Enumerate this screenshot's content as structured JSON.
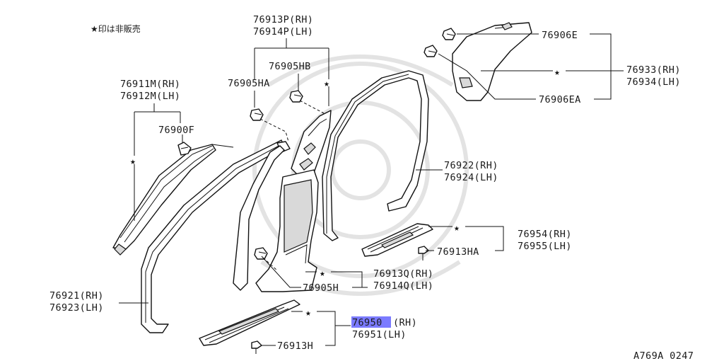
{
  "note": "★印は非販売",
  "figure_code": "A769A 0247",
  "highlight_color": "#7b7bff",
  "labels": {
    "p76913P": "76913P(RH)",
    "p76914P": "76914P(LH)",
    "p76905HB": "76905HB",
    "p76905HA": "76905HA",
    "p76911M": "76911M(RH)",
    "p76912M": "76912M(LH)",
    "p76900F": "76900F",
    "p76906E": "76906E",
    "p76933": "76933(RH)",
    "p76934": "76934(LH)",
    "p76906EA": "76906EA",
    "p76922": "76922(RH)",
    "p76924": "76924(LH)",
    "p76954": "76954(RH)",
    "p76955": "76955(LH)",
    "p76913HA": "76913HA",
    "p76913Q": "76913Q(RH)",
    "p76914Q": "76914Q(LH)",
    "p76905H": "76905H",
    "p76921": "76921(RH)",
    "p76923": "76923(LH)",
    "p76950_num": "76950",
    "p76950_suffix": "(RH)",
    "p76951": "76951(LH)",
    "p76913H": "76913H"
  }
}
